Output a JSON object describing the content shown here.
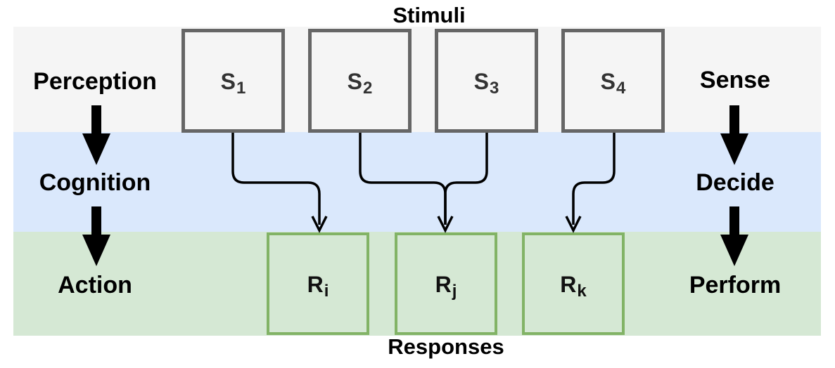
{
  "titles": {
    "top": "Stimuli",
    "bottom": "Responses"
  },
  "left_column": [
    "Perception",
    "Cognition",
    "Action"
  ],
  "right_column": [
    "Sense",
    "Decide",
    "Perform"
  ],
  "stimuli": [
    {
      "letter": "S",
      "sub": "1"
    },
    {
      "letter": "S",
      "sub": "2"
    },
    {
      "letter": "S",
      "sub": "3"
    },
    {
      "letter": "S",
      "sub": "4"
    }
  ],
  "responses": [
    {
      "letter": "R",
      "sub": "i"
    },
    {
      "letter": "R",
      "sub": "j"
    },
    {
      "letter": "R",
      "sub": "k"
    }
  ],
  "connections": [
    {
      "from": "S1",
      "to": "Ri"
    },
    {
      "from": "S2",
      "to": "Rj"
    },
    {
      "from": "S3",
      "to": "Rj"
    },
    {
      "from": "S4",
      "to": "Rk"
    }
  ],
  "colors": {
    "perception_band": "#f5f5f5",
    "cognition_band": "#dae8fc",
    "action_band": "#d5e8d4",
    "stimulus_border": "#666666",
    "response_border": "#82b366"
  }
}
